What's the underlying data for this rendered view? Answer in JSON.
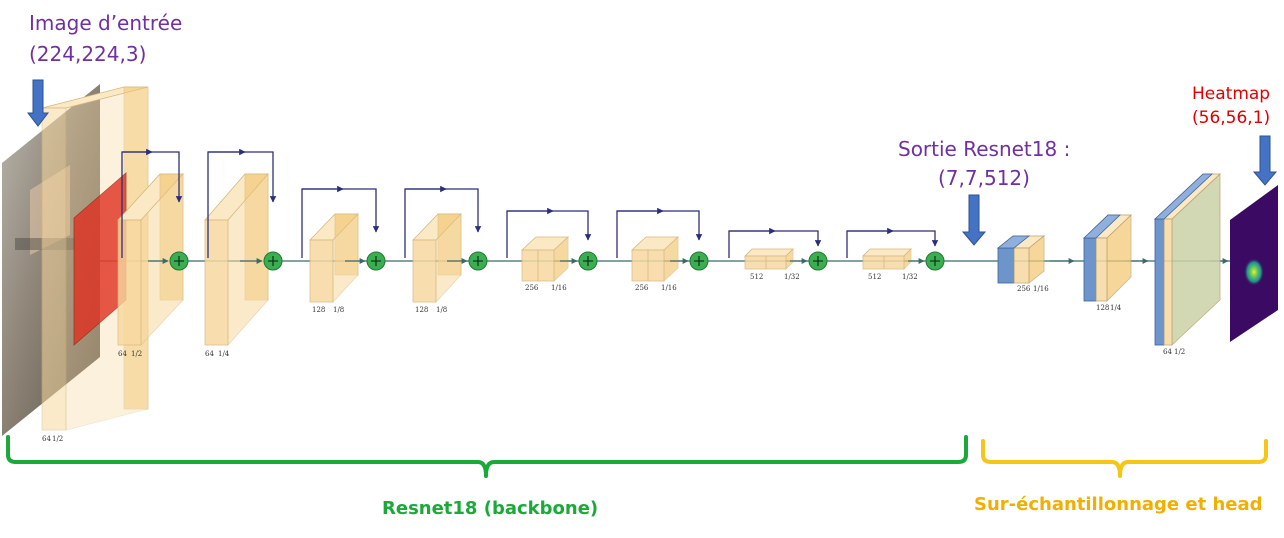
{
  "labels": {
    "input_title": "Image d’entrée",
    "input_shape": "(224,224,3)",
    "resnet_out_title": "Sortie Resnet18 :",
    "resnet_out_shape": "(7,7,512)",
    "heatmap_title": "Heatmap",
    "heatmap_shape": "(56,56,1)",
    "backbone_label": "Resnet18 (backbone)",
    "head_label": "Sur-échantillonnage et head"
  },
  "dims": {
    "input_channels": "64",
    "input_scale": "1/2",
    "stage1_channels": "64",
    "stage1_scale": "1/4",
    "stage2a_channels": "128",
    "stage2a_scale": "1/8",
    "stage2b_channels": "128",
    "stage2b_scale": "1/8",
    "stage3a_channels": "256",
    "stage3a_scale": "1/16",
    "stage3b_channels": "256",
    "stage3b_scale": "1/16",
    "stage4a_channels": "512",
    "stage4a_scale": "1/32",
    "stage4b_channels": "512",
    "stage4b_scale": "1/32",
    "up1_channels": "256",
    "up1_scale": "1/16",
    "up2_channels": "128",
    "up2_scale": "1/4",
    "up3_channels": "64",
    "up3_scale": "1/2"
  },
  "colors": {
    "label_purple": "#7030a0",
    "heatmap_red": "#e00000",
    "backbone_green": "#1aaa3a",
    "head_gold": "#f0b000",
    "arrow_blue": "#4472c4",
    "block_tan": "#f7d9a0",
    "block_blue": "#6d95cc",
    "conv_red": "#e03020",
    "skip_navy": "#2b2f7a",
    "add_node_green": "#3cae52",
    "heatmap_bg": "#3b0a62"
  },
  "icons": {
    "input_arrow": "down-arrow-icon",
    "resnet_arrow": "down-arrow-icon",
    "heatmap_arrow": "down-arrow-icon",
    "add_node": "plus-circle-icon"
  }
}
